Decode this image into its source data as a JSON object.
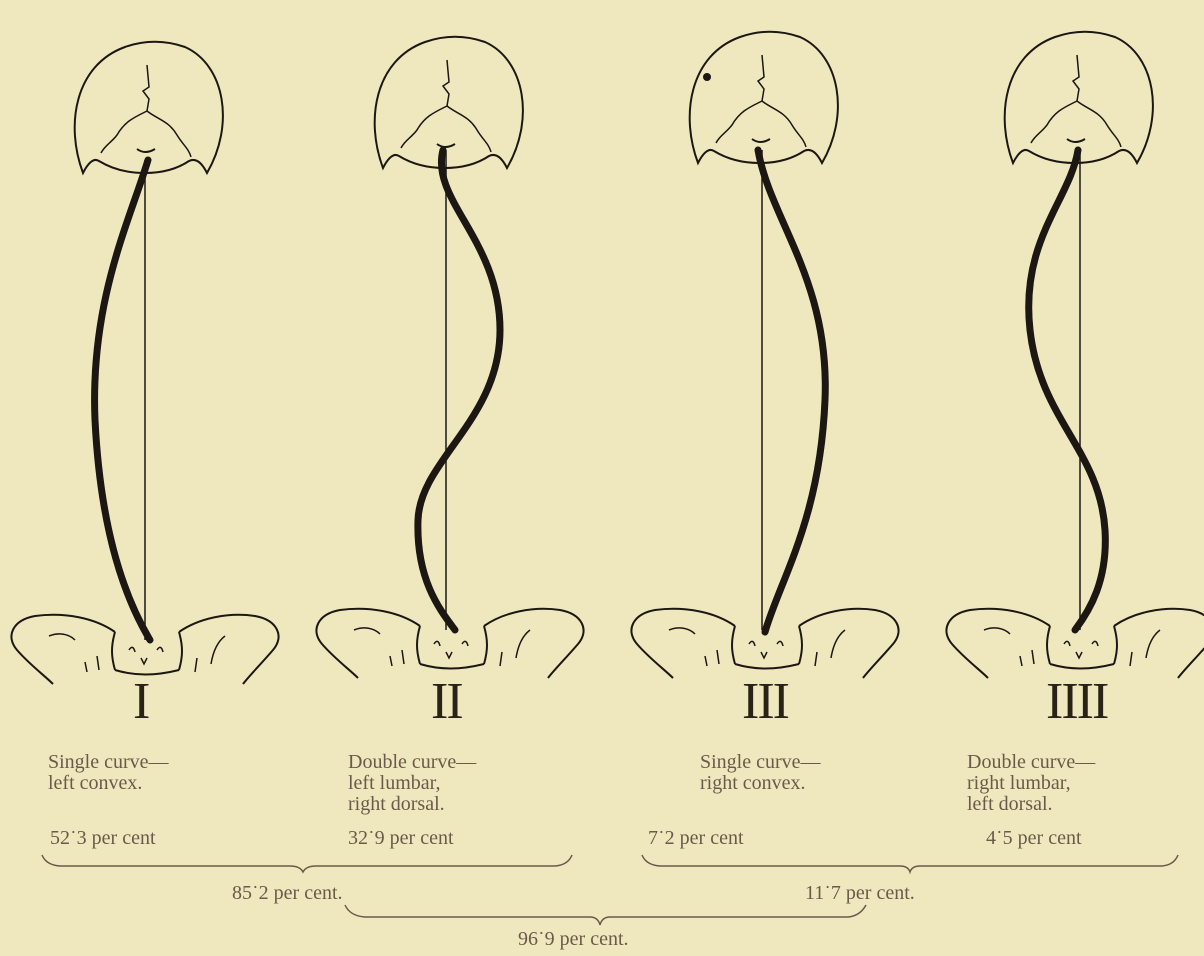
{
  "diagrams": [
    {
      "numeral": "I",
      "lines": [
        "Single curve—",
        "left convex."
      ],
      "percent": "52˙3 per cent"
    },
    {
      "numeral": "II",
      "lines": [
        "Double curve—",
        "left lumbar,",
        "right dorsal."
      ],
      "percent": "32˙9 per cent"
    },
    {
      "numeral": "III",
      "lines": [
        "Single curve—",
        "right convex."
      ],
      "percent": "7˙2 per cent"
    },
    {
      "numeral": "IIII",
      "lines": [
        "Double curve—",
        "right lumbar,",
        "left dorsal."
      ],
      "percent": "4˙5 per cent"
    }
  ],
  "totals": {
    "left_pair": "85˙2 per cent.",
    "right_pair": "11˙7 per cent.",
    "middle_pair": "96˙9 per cent."
  },
  "colors": {
    "background": "#efe8bf",
    "ink": "#1c1712",
    "text": "#6a5a48"
  }
}
